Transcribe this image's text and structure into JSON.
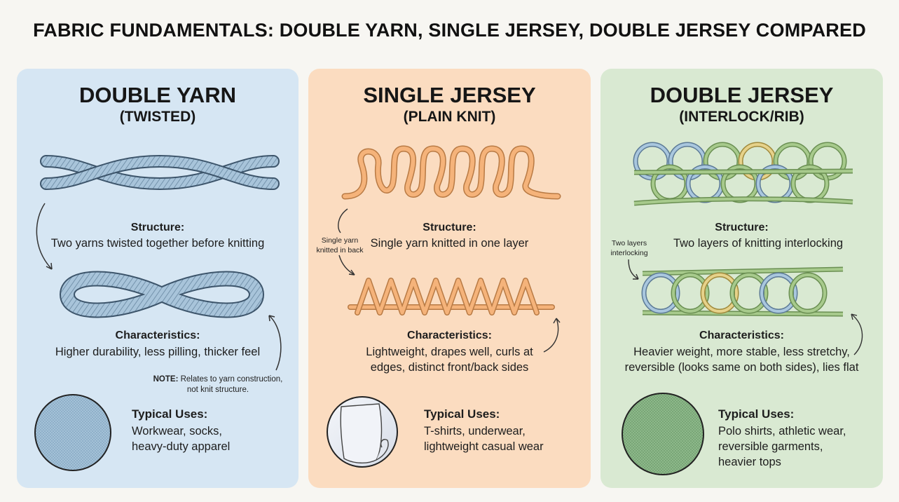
{
  "title": "FABRIC FUNDAMENTALS: DOUBLE YARN, SINGLE JERSEY, DOUBLE JERSEY COMPARED",
  "colors": {
    "panel_blue": "#d6e6f3",
    "panel_orange": "#fbdcc0",
    "panel_green": "#d9e9d2",
    "yarn_blue": "#9fbfd6",
    "yarn_orange": "#f5b37a",
    "loop_blue": "#a9c7de",
    "loop_green": "#a7ca8c",
    "loop_yellow": "#e6d28a"
  },
  "panels": [
    {
      "title": "DOUBLE YARN",
      "subtitle": "(TWISTED)",
      "structure_label": "Structure:",
      "structure_text": "Two yarns twisted together before knitting",
      "characteristics_label": "Characteristics:",
      "characteristics_text": "Higher durability, less pilling, thicker feel",
      "note_label": "NOTE:",
      "note_text": "Relates to yarn construction,",
      "note_text2": "not knit structure.",
      "uses_label": "Typical Uses:",
      "uses_lines": [
        "Workwear, socks,",
        "heavy-duty apparel"
      ],
      "icons": [
        "twisted-yarn-icon",
        "twisted-loop-icon",
        "fabric-swatch-icon"
      ]
    },
    {
      "title": "SINGLE JERSEY",
      "subtitle": "(PLAIN KNIT)",
      "side_note_lines": [
        "Single yarn",
        "knitted in back"
      ],
      "structure_label": "Structure:",
      "structure_text": "Single yarn knitted in one layer",
      "characteristics_label": "Characteristics:",
      "characteristics_lines": [
        "Lightweight, drapes well, curls at",
        "edges, distinct front/back sides"
      ],
      "uses_label": "Typical Uses:",
      "uses_lines": [
        "T-shirts, underwear,",
        "lightweight casual wear"
      ],
      "icons": [
        "knit-loops-icon",
        "zigzag-stitch-icon",
        "curled-fabric-icon"
      ]
    },
    {
      "title": "DOUBLE JERSEY",
      "subtitle": "(INTERLOCK/RIB)",
      "side_note_lines": [
        "Two layers",
        "interlocking"
      ],
      "structure_label": "Structure:",
      "structure_text": "Two layers of knitting interlocking",
      "characteristics_label": "Characteristics:",
      "characteristics_lines": [
        "Heavier weight, more stable, less stretchy,",
        "reversible (looks same on both sides), lies flat"
      ],
      "uses_label": "Typical Uses:",
      "uses_lines": [
        "Polo shirts, athletic wear,",
        "reversible garments,",
        "heavier tops"
      ],
      "icons": [
        "interlock-loops-icon",
        "interlock-chain-icon",
        "green-swatch-icon"
      ]
    }
  ]
}
